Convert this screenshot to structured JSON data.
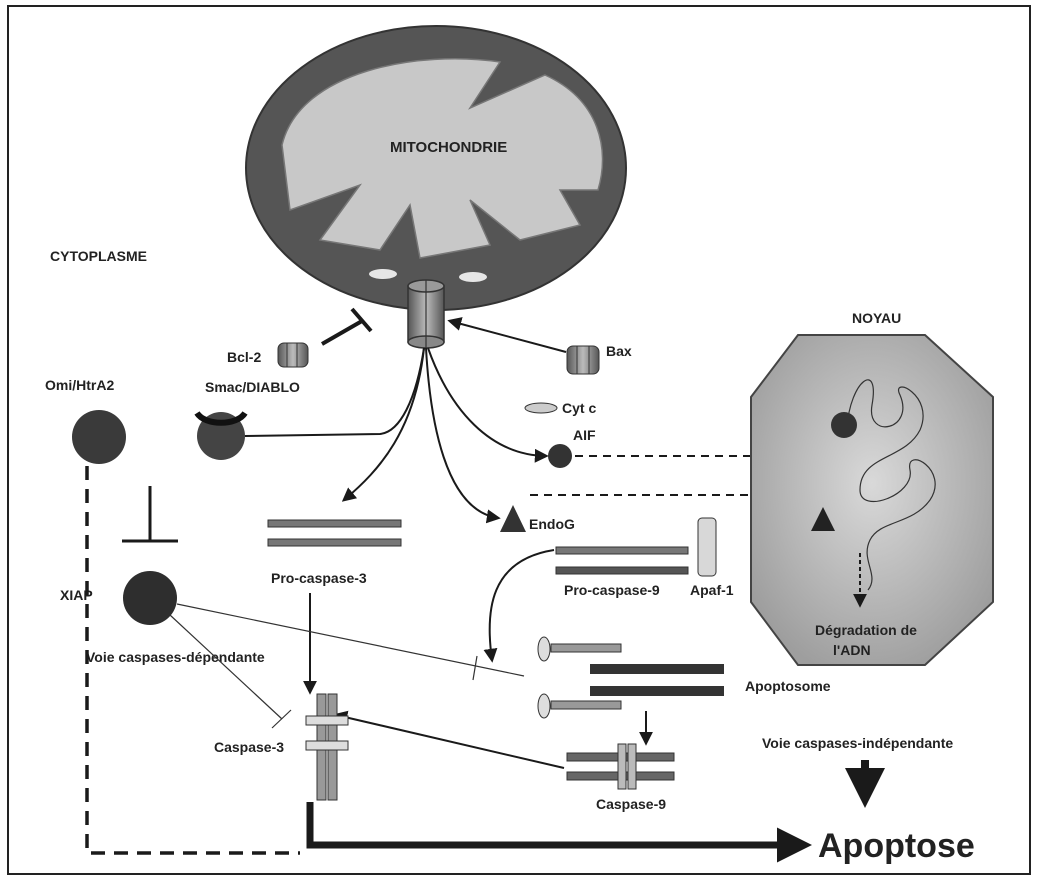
{
  "labels": {
    "mitochondrie": "MITOCHONDRIE",
    "cytoplasme": "CYTOPLASME",
    "noyau": "NOYAU",
    "bcl2": "Bcl-2",
    "bax": "Bax",
    "smac": "Smac/DIABLO",
    "omi": "Omi/HtrA2",
    "cytc": "Cyt c",
    "aif": "AIF",
    "endog": "EndoG",
    "procasp3": "Pro-caspase-3",
    "procasp9": "Pro-caspase-9",
    "apaf1": "Apaf-1",
    "xiap": "XIAP",
    "voie_dep": "Voie caspases-dépendante",
    "degradation_1": "Dégradation de",
    "degradation_2": "l'ADN",
    "apoptosome": "Apoptosome",
    "voie_indep": "Voie caspases-indépendante",
    "caspase3": "Caspase-3",
    "caspase9": "Caspase-9",
    "apoptose": "Apoptose"
  },
  "colors": {
    "frame": "#222222",
    "membrane": "#5a5a5a",
    "matrix": "#c8c8c8",
    "nucleus": "#bdbdbd",
    "protein": "#3a3a3a",
    "arrow": "#1a1a1a"
  }
}
